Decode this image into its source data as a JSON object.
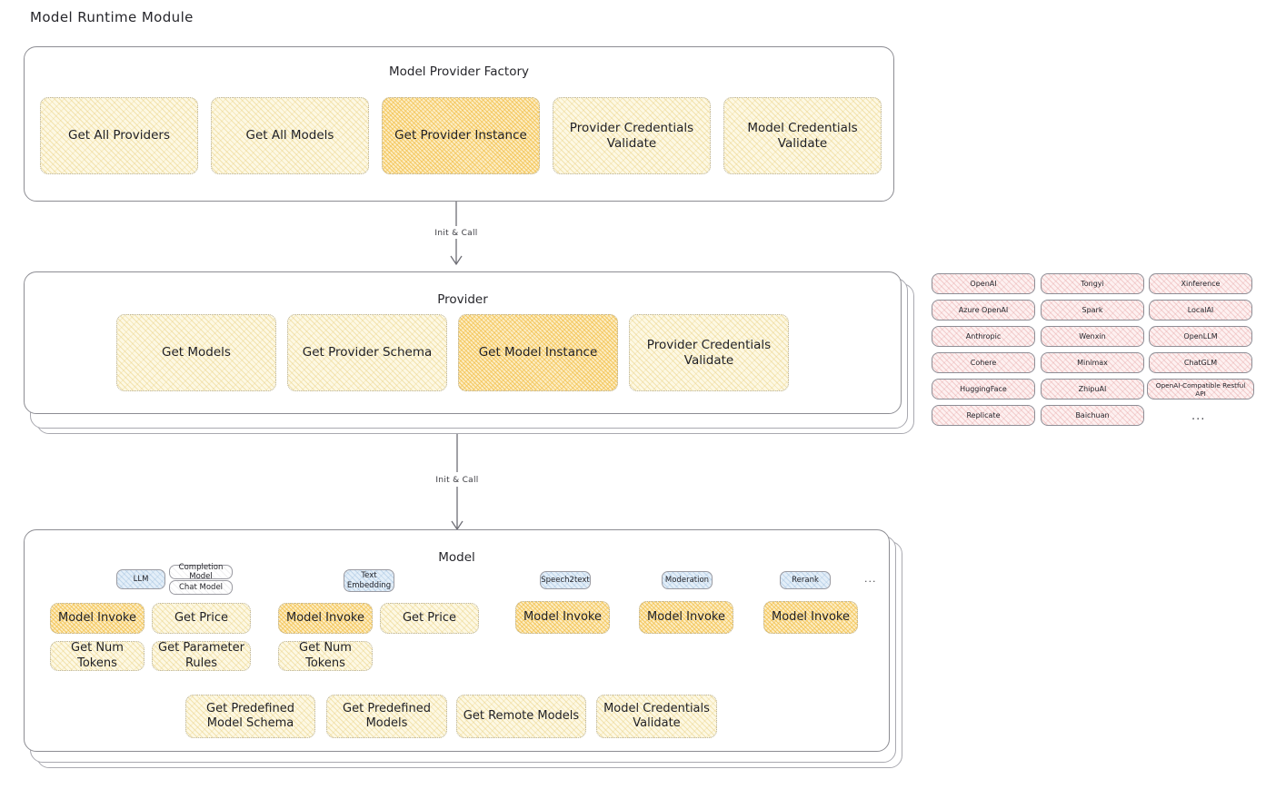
{
  "title": "Model Runtime Module",
  "arrows": {
    "label_1": "Init & Call",
    "label_2": "Init & Call"
  },
  "colors": {
    "highlight_fill": "#fcedc4",
    "normal_fill": "#fdf8e3",
    "provider_chip_fill": "#fdf0f0",
    "model_type_chip_fill": "#e3eef8",
    "border": "#8d8d93"
  },
  "factory": {
    "title": "Model Provider Factory",
    "nodes": [
      {
        "label": "Get All Providers",
        "highlight": false
      },
      {
        "label": "Get All Models",
        "highlight": false
      },
      {
        "label": "Get Provider Instance",
        "highlight": true
      },
      {
        "label": "Provider Credentials Validate",
        "highlight": false
      },
      {
        "label": "Model Credentials Validate",
        "highlight": false
      }
    ]
  },
  "provider": {
    "title": "Provider",
    "nodes": [
      {
        "label": "Get Models",
        "highlight": false
      },
      {
        "label": "Get Provider Schema",
        "highlight": false
      },
      {
        "label": "Get Model Instance",
        "highlight": true
      },
      {
        "label": "Provider Credentials Validate",
        "highlight": false
      }
    ]
  },
  "provider_list": {
    "columns": [
      [
        "OpenAI",
        "Azure OpenAI",
        "Anthropic",
        "Cohere",
        "HuggingFace",
        "Replicate"
      ],
      [
        "Tongyi",
        "Spark",
        "Wenxin",
        "Minimax",
        "ZhipuAI",
        "Baichuan"
      ],
      [
        "Xinference",
        "LocalAI",
        "OpenLLM",
        "ChatGLM",
        "OpenAI-Compatible Restful API"
      ]
    ],
    "more": "..."
  },
  "model": {
    "title": "Model",
    "more": "...",
    "types": [
      {
        "name": "LLM",
        "subtypes": [
          "Completion Model",
          "Chat Model"
        ],
        "methods": [
          {
            "label": "Model Invoke",
            "highlight": true
          },
          {
            "label": "Get Price",
            "highlight": false
          },
          {
            "label": "Get Num Tokens",
            "highlight": false
          },
          {
            "label": "Get Parameter Rules",
            "highlight": false
          }
        ]
      },
      {
        "name": "Text Embedding",
        "subtypes": [],
        "methods": [
          {
            "label": "Model Invoke",
            "highlight": true
          },
          {
            "label": "Get Price",
            "highlight": false
          },
          {
            "label": "Get Num Tokens",
            "highlight": false
          }
        ]
      },
      {
        "name": "Speech2text",
        "subtypes": [],
        "methods": [
          {
            "label": "Model Invoke",
            "highlight": true
          }
        ]
      },
      {
        "name": "Moderation",
        "subtypes": [],
        "methods": [
          {
            "label": "Model Invoke",
            "highlight": true
          }
        ]
      },
      {
        "name": "Rerank",
        "subtypes": [],
        "methods": [
          {
            "label": "Model Invoke",
            "highlight": true
          }
        ]
      }
    ],
    "common_methods": [
      {
        "label": "Get Predefined Model Schema",
        "highlight": false
      },
      {
        "label": "Get Predefined Models",
        "highlight": false
      },
      {
        "label": "Get Remote Models",
        "highlight": false
      },
      {
        "label": "Model Credentials Validate",
        "highlight": false
      }
    ]
  }
}
